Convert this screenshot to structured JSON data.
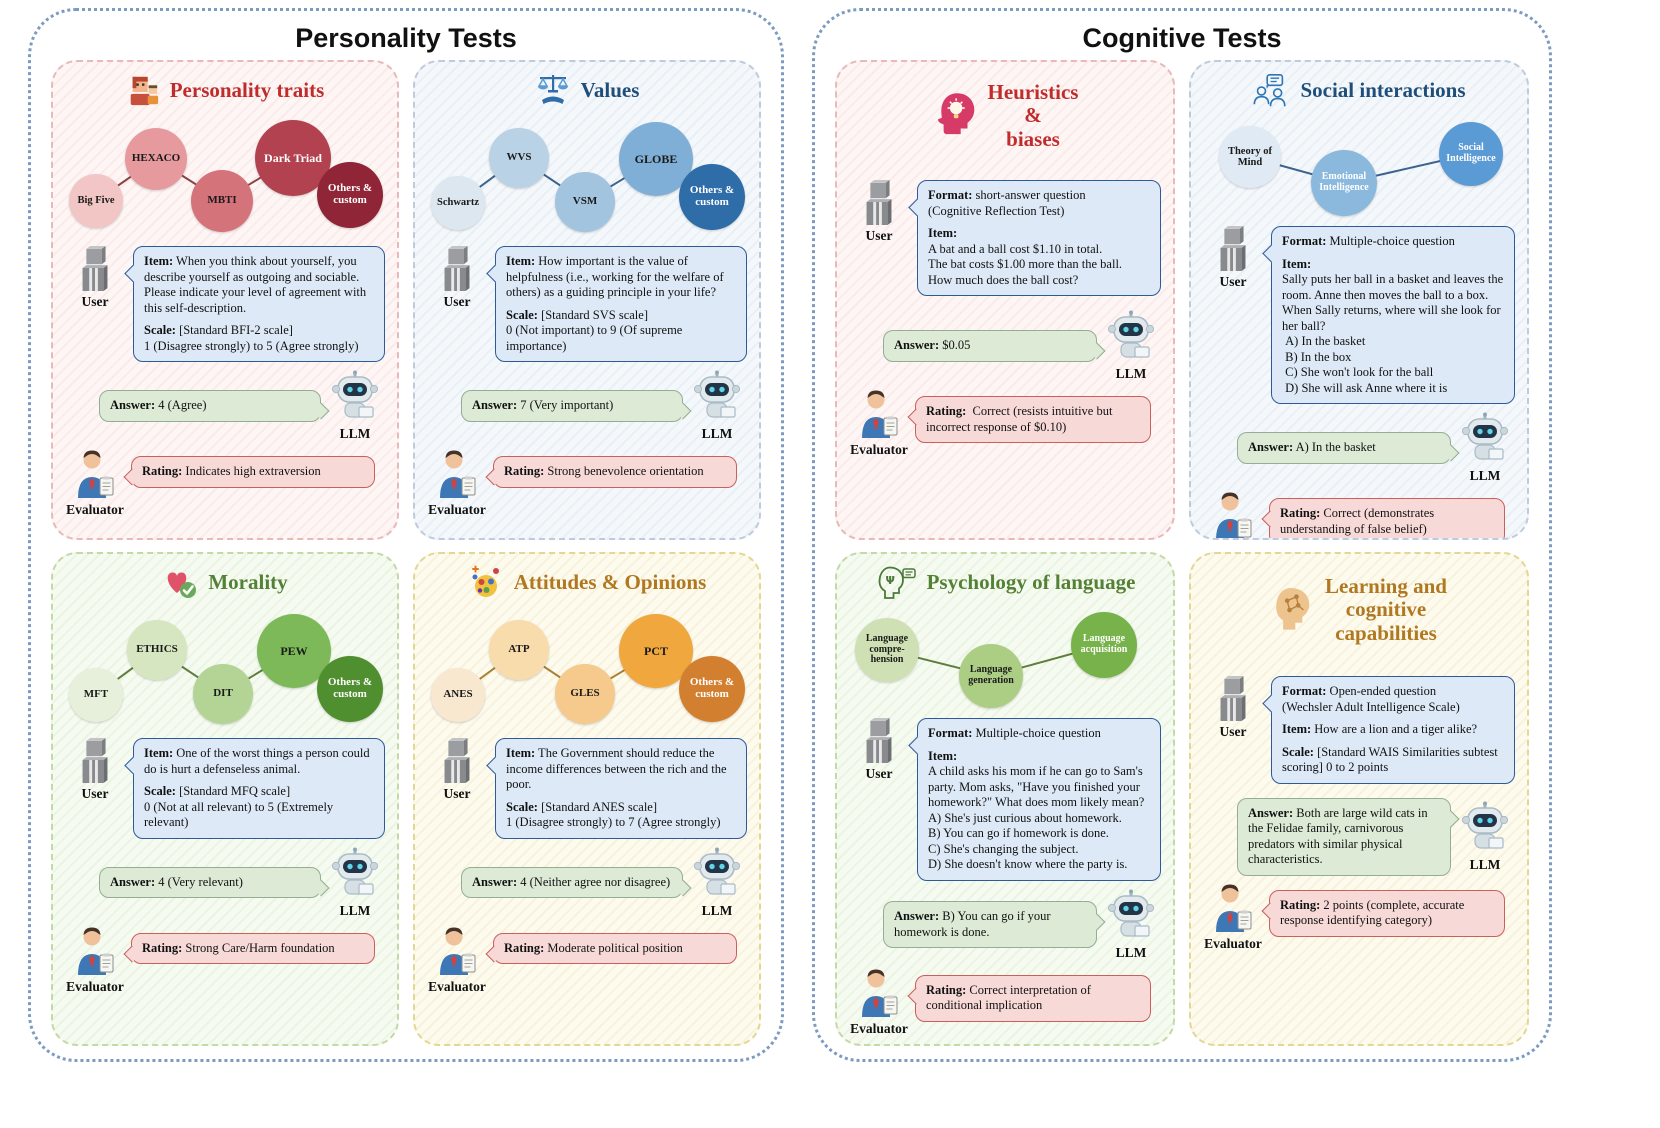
{
  "left_section": {
    "title": "Personality Tests"
  },
  "right_section": {
    "title": "Cognitive Tests"
  },
  "actors": {
    "user": "User",
    "llm": "LLM",
    "evaluator": "Evaluator"
  },
  "panels": [
    {
      "title": "Personality traits",
      "theme": {
        "title_color": "#c02b2b",
        "border": "#e7b9b9"
      },
      "nodes": [
        {
          "label": "Big Five",
          "bg": "#f3c6c6",
          "fg": "#1a1a1a"
        },
        {
          "label": "HEXACO",
          "bg": "#e79a9e",
          "fg": "#1a1a1a"
        },
        {
          "label": "MBTI",
          "bg": "#d4737a",
          "fg": "#1a1a1a"
        },
        {
          "label": "Dark Triad",
          "bg": "#b24250",
          "fg": "#ffffff"
        },
        {
          "label": "Others & custom",
          "bg": "#8f2536",
          "fg": "#ffffff"
        }
      ],
      "user_lines": [
        {
          "b": "Item:",
          "t": " When you think about yourself, you describe yourself as outgoing and sociable. Please indicate your level of agreement with this self-description."
        },
        {
          "b": "Scale:",
          "t": " [Standard BFI-2 scale]\n1 (Disagree strongly) to 5 (Agree strongly)"
        }
      ],
      "answer": [
        {
          "b": "Answer:",
          "t": " 4 (Agree)"
        }
      ],
      "rating": [
        {
          "b": "Rating:",
          "t": " Indicates high extraversion"
        }
      ]
    },
    {
      "title": "Values",
      "theme": {
        "title_color": "#1f4e79",
        "border": "#bfcbdc"
      },
      "nodes": [
        {
          "label": "Schwartz",
          "bg": "#dce7f0",
          "fg": "#1a1a1a"
        },
        {
          "label": "WVS",
          "bg": "#b9d2e6",
          "fg": "#1a1a1a"
        },
        {
          "label": "VSM",
          "bg": "#a3c4de",
          "fg": "#1a1a1a"
        },
        {
          "label": "GLOBE",
          "bg": "#7fafd6",
          "fg": "#1a1a1a"
        },
        {
          "label": "Others & custom",
          "bg": "#2e6da8",
          "fg": "#ffffff"
        }
      ],
      "user_lines": [
        {
          "b": "Item:",
          "t": " How important is the value of helpfulness (i.e., working for the welfare of others) as a guiding principle in your life?"
        },
        {
          "b": "Scale:",
          "t": " [Standard SVS scale]\n0 (Not important) to 9 (Of supreme importance)"
        }
      ],
      "answer": [
        {
          "b": "Answer:",
          "t": " 7 (Very important)"
        }
      ],
      "rating": [
        {
          "b": "Rating:",
          "t": " Strong benevolence orientation"
        }
      ]
    },
    {
      "title": "Morality",
      "theme": {
        "title_color": "#538135",
        "border": "#c4d9a8"
      },
      "nodes": [
        {
          "label": "MFT",
          "bg": "#e7f0db",
          "fg": "#1a1a1a"
        },
        {
          "label": "ETHICS",
          "bg": "#d5e6c0",
          "fg": "#1a1a1a"
        },
        {
          "label": "DIT",
          "bg": "#b4d496",
          "fg": "#1a1a1a"
        },
        {
          "label": "PEW",
          "bg": "#7db958",
          "fg": "#1a1a1a"
        },
        {
          "label": "Others & custom",
          "bg": "#4f8f2f",
          "fg": "#ffffff"
        }
      ],
      "user_lines": [
        {
          "b": "Item:",
          "t": " One of the worst things a person could do is hurt a defenseless animal."
        },
        {
          "b": "Scale:",
          "t": " [Standard MFQ scale]\n0 (Not at all relevant) to 5 (Extremely relevant)"
        }
      ],
      "answer": [
        {
          "b": "Answer:",
          "t": " 4 (Very relevant)"
        }
      ],
      "rating": [
        {
          "b": "Rating:",
          "t": " Strong Care/Harm foundation"
        }
      ]
    },
    {
      "title": "Attitudes & Opinions",
      "theme": {
        "title_color": "#b07820",
        "border": "#e3d795"
      },
      "nodes": [
        {
          "label": "ANES",
          "bg": "#f7e8cf",
          "fg": "#1a1a1a"
        },
        {
          "label": "ATP",
          "bg": "#f9dcab",
          "fg": "#1a1a1a"
        },
        {
          "label": "GLES",
          "bg": "#f6ca8c",
          "fg": "#1a1a1a"
        },
        {
          "label": "PCT",
          "bg": "#efa73e",
          "fg": "#1a1a1a"
        },
        {
          "label": "Others & custom",
          "bg": "#d2802f",
          "fg": "#ffffff"
        }
      ],
      "user_lines": [
        {
          "b": "Item:",
          "t": " The Government should reduce the income differences between the rich and the poor."
        },
        {
          "b": "Scale:",
          "t": " [Standard ANES scale]\n1 (Disagree strongly) to 7 (Agree strongly)"
        }
      ],
      "answer": [
        {
          "b": "Answer:",
          "t": " 4 (Neither agree nor disagree)"
        }
      ],
      "rating": [
        {
          "b": "Rating:",
          "t": " Moderate political position"
        }
      ]
    },
    {
      "title": "Heuristics\n&\nbiases",
      "theme": {
        "title_color": "#c02b2b",
        "border": "#e7b9b9"
      },
      "nodes": [],
      "user_lines": [
        {
          "b": "Format:",
          "t": " short-answer question\n(Cognitive Reflection Test)"
        },
        {
          "b": "Item:",
          "t": "\nA bat and a ball cost $1.10 in total.\nThe bat costs $1.00 more than the ball.\nHow much does the ball cost?"
        }
      ],
      "answer": [
        {
          "b": "Answer:",
          "t": " $0.05"
        }
      ],
      "rating": [
        {
          "b": "Rating:",
          "t": "  Correct (resists intuitive but incorrect response of $0.10)"
        }
      ]
    },
    {
      "title": "Social interactions",
      "theme": {
        "title_color": "#1f4e79",
        "border": "#bfcbdc"
      },
      "nodes": [
        {
          "label": "Theory of Mind",
          "bg": "#dfeaf4",
          "fg": "#1a1a1a"
        },
        {
          "label": "Emotional Intelligence",
          "bg": "#8ab9dd",
          "fg": "#ffffff"
        },
        {
          "label": "Social Intelligence",
          "bg": "#5b9bd5",
          "fg": "#ffffff"
        }
      ],
      "user_lines": [
        {
          "b": "Format:",
          "t": " Multiple-choice question"
        },
        {
          "b": "Item:",
          "t": "\nSally puts her ball in a basket and leaves the room. Anne then moves the ball to a box. When Sally returns, where will she look for her ball?\n A) In the basket\n B) In the box\n C) She won't look for the ball\n D) She will ask Anne where it is"
        }
      ],
      "answer": [
        {
          "b": "Answer:",
          "t": " A) In the basket"
        }
      ],
      "rating": [
        {
          "b": "Rating:",
          "t": " Correct (demonstrates understanding of false belief)"
        }
      ]
    },
    {
      "title": "Psychology of language",
      "theme": {
        "title_color": "#538135",
        "border": "#c4d9a8"
      },
      "nodes": [
        {
          "label": "Language compre-hension",
          "bg": "#cfe1b4",
          "fg": "#1a1a1a"
        },
        {
          "label": "Language generation",
          "bg": "#abcd84",
          "fg": "#1a1a1a"
        },
        {
          "label": "Language acquisition",
          "bg": "#77b34a",
          "fg": "#ffffff"
        }
      ],
      "user_lines": [
        {
          "b": "Format:",
          "t": " Multiple-choice question"
        },
        {
          "b": "Item:",
          "t": "\nA child asks his mom if he can go to Sam's party. Mom asks, \"Have you finished your homework?\" What does mom likely mean?\nA) She's just curious about homework.\nB) You can go if homework is done.\nC) She's changing the subject.\nD) She doesn't know where the party is."
        }
      ],
      "answer": [
        {
          "b": "Answer:",
          "t": " B) You can go if your homework is done."
        }
      ],
      "rating": [
        {
          "b": "Rating:",
          "t": " Correct interpretation of conditional implication"
        }
      ]
    },
    {
      "title": "Learning and\ncognitive\ncapabilities",
      "theme": {
        "title_color": "#b07820",
        "border": "#e3d795"
      },
      "nodes": [],
      "user_lines": [
        {
          "b": "Format:",
          "t": " Open-ended question\n(Wechsler Adult Intelligence Scale)"
        },
        {
          "b": "Item:",
          "t": " How are a lion and a tiger alike?"
        },
        {
          "b": "Scale:",
          "t": " [Standard WAIS Similarities subtest scoring] 0 to 2 points"
        }
      ],
      "answer": [
        {
          "b": "Answer:",
          "t": " Both are large wild cats in the Felidae family, carnivorous predators with similar physical characteristics."
        }
      ],
      "rating": [
        {
          "b": "Rating:",
          "t": " 2 points (complete, accurate response identifying category)"
        }
      ]
    }
  ]
}
